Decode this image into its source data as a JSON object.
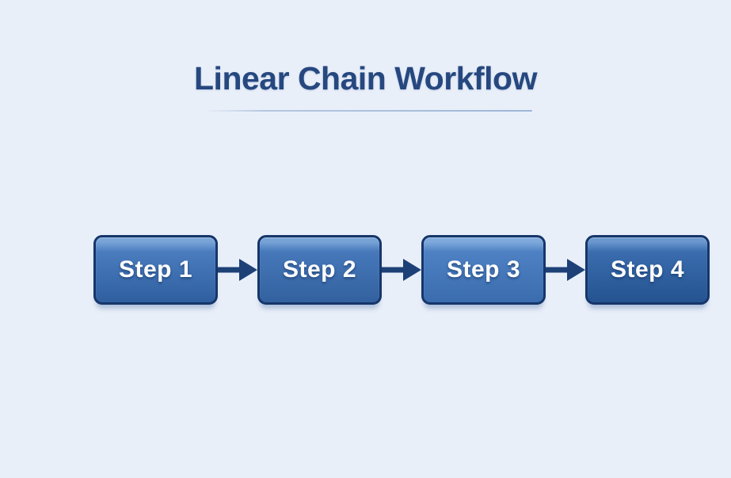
{
  "title": "Linear Chain Workflow",
  "diagram": {
    "type": "flowchart-linear",
    "direction": "left-to-right",
    "nodes": [
      {
        "id": "step1",
        "label": "Step 1",
        "color_highlight": "#79a4d8",
        "color_top": "#4a7cbe",
        "color_bottom": "#2f5f9f"
      },
      {
        "id": "step2",
        "label": "Step 2",
        "color_highlight": "#77a2d6",
        "color_top": "#4678ba",
        "color_bottom": "#33619f"
      },
      {
        "id": "step3",
        "label": "Step 3",
        "color_highlight": "#7fa9dc",
        "color_top": "#4e81c3",
        "color_bottom": "#3a6cae"
      },
      {
        "id": "step4",
        "label": "Step 4",
        "color_highlight": "#6b97ce",
        "color_top": "#3a6cae",
        "color_bottom": "#255390"
      }
    ],
    "connectors": [
      {
        "from": "step1",
        "to": "step2"
      },
      {
        "from": "step2",
        "to": "step3"
      },
      {
        "from": "step3",
        "to": "step4"
      }
    ],
    "colors": {
      "background": "#e9eff9",
      "title_text": "#26487f",
      "title_underline": "#b4c7e0",
      "node_border": "#16366a",
      "node_text": "#ffffff",
      "arrow": "#1d4077"
    }
  }
}
